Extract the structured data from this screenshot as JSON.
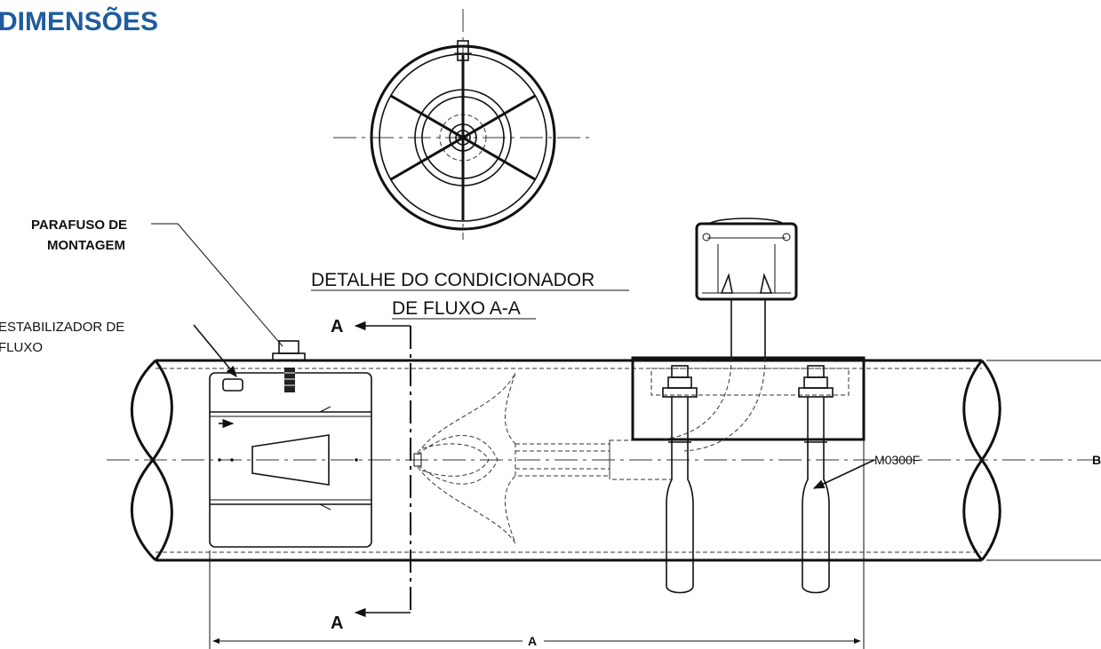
{
  "title": "DIMENSÕES",
  "labels": {
    "mounting_bolt_line1": "PARAFUSO DE",
    "mounting_bolt_line2": "MONTAGEM",
    "stabilizer_line1": "ESTABILIZADOR DE",
    "stabilizer_line2": "FLUXO",
    "detail_line1": "DETALHE DO CONDICIONADOR",
    "detail_line2": "DE FLUXO A-A",
    "section_top": "A",
    "section_bottom": "A",
    "dimension_a": "A",
    "dimension_b": "B",
    "drawing_ref": "M0300F"
  },
  "colors": {
    "title": "#1f5c9e",
    "lines": "#111111"
  }
}
